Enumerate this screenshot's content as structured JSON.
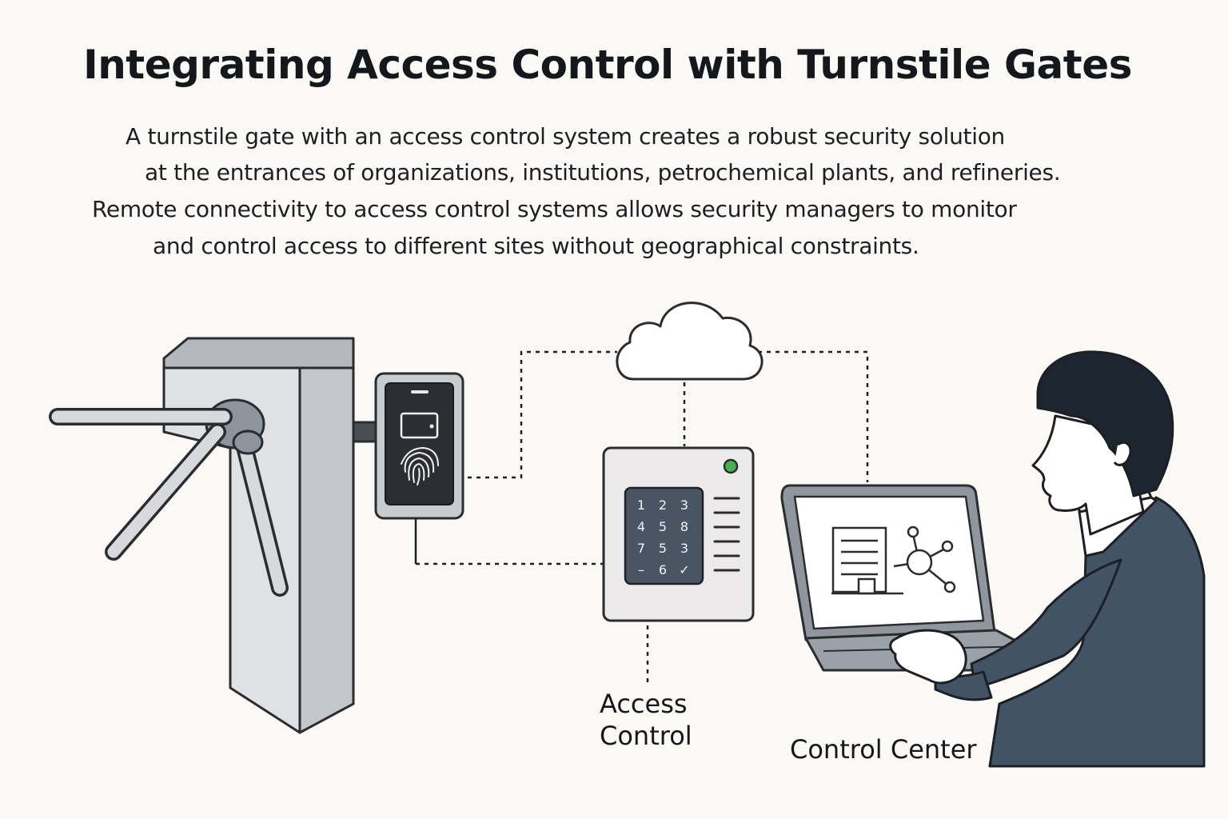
{
  "title": "Integrating Access Control with Turnstile Gates",
  "description": [
    "A turnstile gate with an access control system creates a robust security solution",
    "at the entrances of organizations, institutions, petrochemical plants, and refineries.",
    "Remote connectivity to access control systems allows security managers to monitor",
    "and control access to different sites without geographical constraints."
  ],
  "keypad": [
    "1",
    "2",
    "3",
    "4",
    "5",
    "8",
    "7",
    "5",
    "3",
    "–",
    "6",
    "✓"
  ],
  "labels": {
    "access_control": [
      "Access",
      "Control"
    ],
    "control_center": "Control Center"
  },
  "colors": {
    "background": "#faf9f5",
    "steel": "#d7d9dc",
    "suit": "#435366",
    "reader": "#2c2e33",
    "led": "#4caf50"
  },
  "icons": [
    "turnstile-icon",
    "card-reader-icon",
    "cloud-icon",
    "keypad-panel-icon",
    "laptop-icon",
    "person-icon",
    "building-icon",
    "network-icon",
    "fingerprint-icon",
    "card-icon"
  ]
}
